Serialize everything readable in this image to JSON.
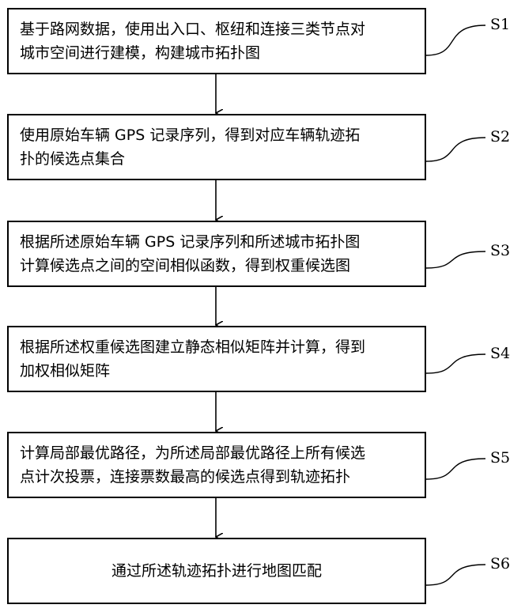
{
  "steps": [
    {
      "id": "S1",
      "text": "基于路网数据，使用出入口、枢纽和连接三类节点对\n城市空间进行建模，构建城市拓扑图"
    },
    {
      "id": "S2",
      "text": "使用原始车辆 GPS 记录序列，得到对应车辆轨迹拓\n扑的候选点集合"
    },
    {
      "id": "S3",
      "text": "根据所述原始车辆 GPS 记录序列和所述城市拓扑图\n计算候选点之间的空间相似函数，得到权重候选图"
    },
    {
      "id": "S4",
      "text": "根据所述权重候选图建立静态相似矩阵并计算，得到\n加权相似矩阵"
    },
    {
      "id": "S5",
      "text": "计算局部最优路径，为所述局部最优路径上所有候选\n点计次投票，连接票数最高的候选点得到轨迹拓扑"
    },
    {
      "id": "S6",
      "text": "通过所述轨迹拓扑进行地图匹配"
    }
  ]
}
